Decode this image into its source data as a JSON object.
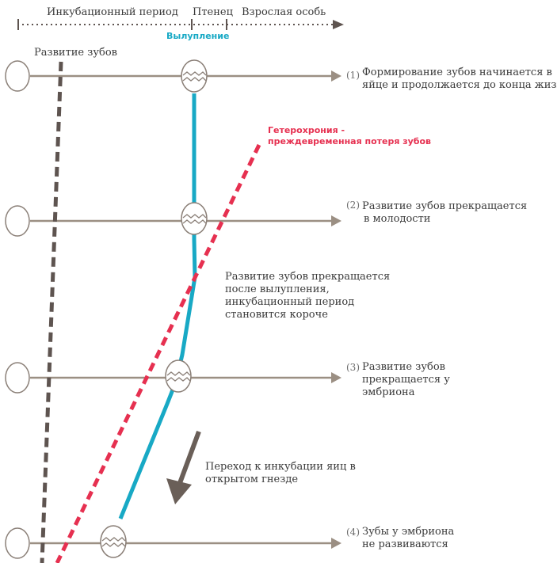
{
  "timeline": {
    "incubation": "Инкубационный период",
    "chick": "Птенец",
    "adult": "Взрослая особь"
  },
  "hatching_label": "Вылупление",
  "tooth_development_label": "Развитие зубов",
  "heterochrony_line1": "Гетерохрония -",
  "heterochrony_line2": "преждевременная потеря зубов",
  "stages": [
    {
      "num": "(1)",
      "lines": [
        "Формирование зубов начинается в",
        "яйце и продолжается до конца жизни"
      ]
    },
    {
      "num": "(2)",
      "lines": [
        "Развитие зубов прекращается",
        "в молодости"
      ]
    },
    {
      "num": "(3)",
      "lines": [
        "Развитие зубов",
        "прекращается у",
        "эмбриона"
      ]
    },
    {
      "num": "(4)",
      "lines": [
        "Зубы у эмбриона",
        "не развиваются"
      ]
    }
  ],
  "mid_note": [
    "Развитие зубов прекращается",
    "после вылупления,",
    "инкубационный период",
    "становится короче"
  ],
  "transition_note": [
    "Переход к инкубации яиц в",
    "открытом гнезде"
  ],
  "colors": {
    "axis": "#9b8f83",
    "dashed_dark": "#5e5450",
    "hatch_line": "#18a9c5",
    "heterochrony": "#e63050",
    "arrow_dark": "#6a5f58"
  }
}
